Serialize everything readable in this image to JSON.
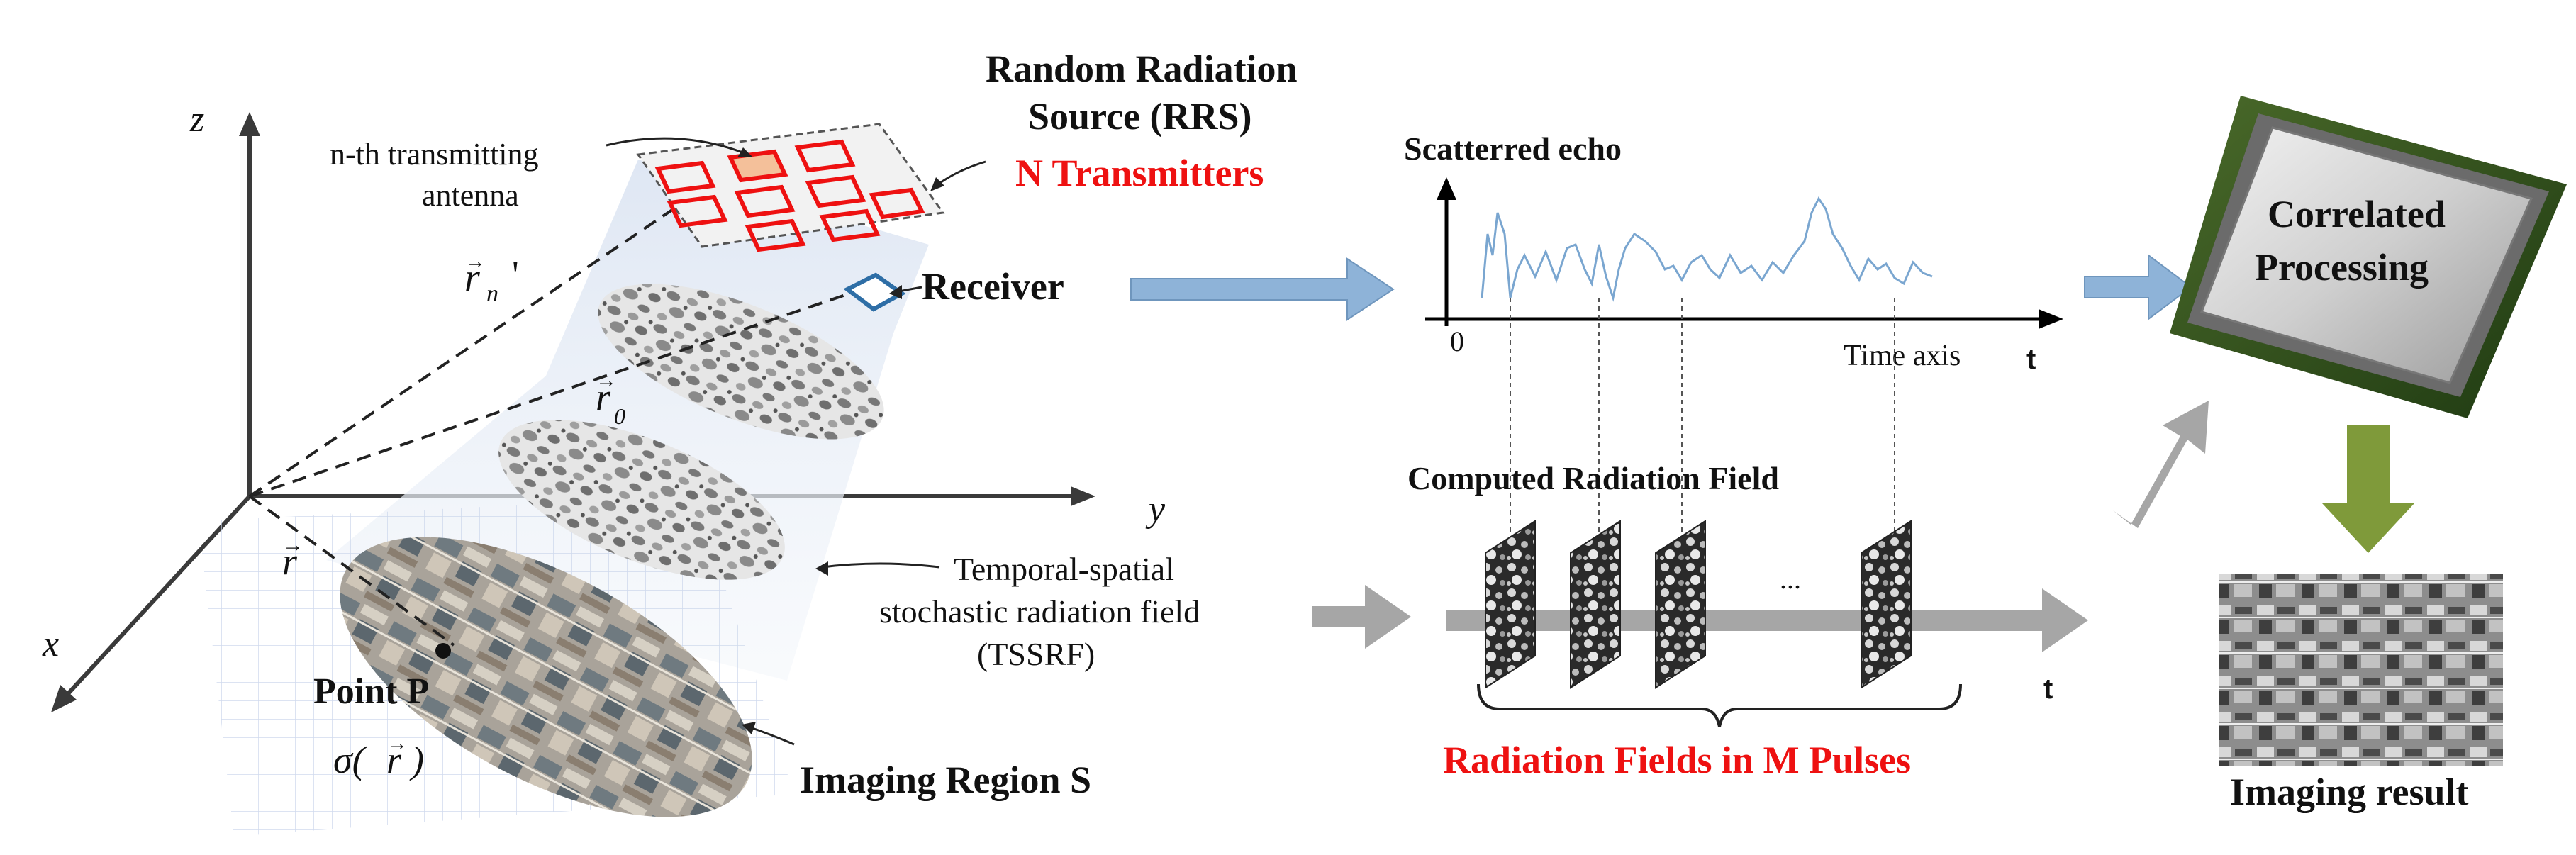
{
  "axes": {
    "z": "z",
    "y": "y",
    "x": "x"
  },
  "rrs": {
    "title_line1": "Random Radiation",
    "title_line2": "Source (RRS)",
    "transmitters": "N Transmitters"
  },
  "antenna": {
    "line1": "n-th transmitting",
    "line2": "antenna"
  },
  "vectors": {
    "rn": "r",
    "rn_sub": "n",
    "rn_prime": "'",
    "r0": "r",
    "r0_sub": "0",
    "r": "r"
  },
  "receiver": "Receiver",
  "tssrf": {
    "line1": "Temporal-spatial",
    "line2": "stochastic radiation field",
    "line3": "(TSSRF)"
  },
  "point": {
    "label": "Point P",
    "sigma": "σ(",
    "sigma_vec": "r",
    "sigma_close": ")"
  },
  "imaging_region": "Imaging Region S",
  "echo": {
    "title": "Scatterred echo",
    "zero": "0",
    "time_axis": "Time axis",
    "t": "t"
  },
  "computed": {
    "title": "Computed Radiation Field",
    "dots": "...",
    "t": "t",
    "pulses": "Radiation Fields in M Pulses"
  },
  "processor": {
    "line1": "Correlated",
    "line2": "Processing"
  },
  "result": "Imaging result",
  "colors": {
    "red": "#ee1111",
    "arrow_blue": "#8eb3d8",
    "arrow_gray": "#a6a6a6",
    "arrow_green": "#7f9a3a",
    "receiver_blue": "#2e6ea6",
    "echo_line": "#7aa6d0"
  }
}
